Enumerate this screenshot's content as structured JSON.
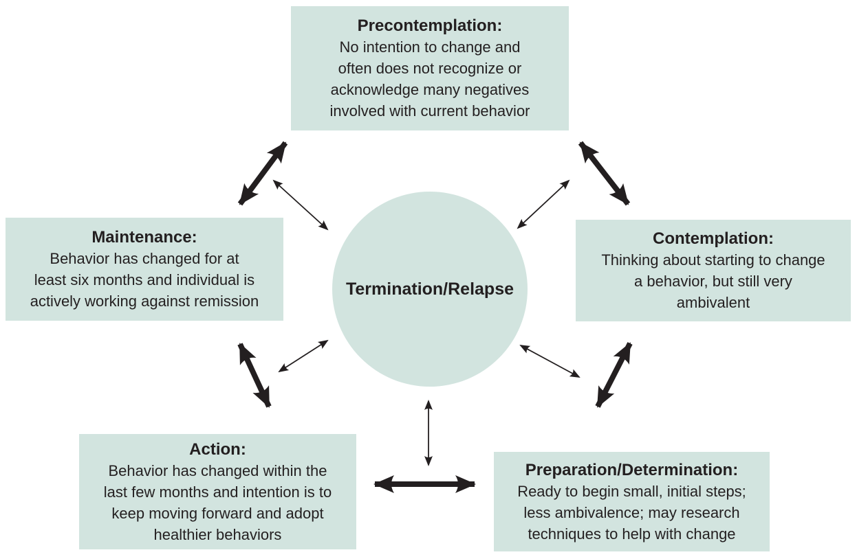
{
  "figure": {
    "center_label": "Termination/Relapse",
    "stages": [
      {
        "name": "precontemplation",
        "title": "Precontemplation:",
        "description": "No intention to change and\noften does not recognize or\nacknowledge many negatives\ninvolved with current behavior"
      },
      {
        "name": "maintenance",
        "title": "Maintenance:",
        "description": "Behavior has changed for at\nleast six months and individual is\nactively working against remission"
      },
      {
        "name": "contemplation",
        "title": "Contemplation:",
        "description": "Thinking about starting to change\na behavior, but still very\nambivalent"
      },
      {
        "name": "action",
        "title": "Action:",
        "description": "Behavior has changed within the\nlast few months and intention is to\nkeep moving forward and adopt\nhealthier behaviors"
      },
      {
        "name": "preparation",
        "title": "Preparation/Determination:",
        "description": "Ready to begin small, initial steps;\nless ambivalence; may research\ntechniques to help with change"
      }
    ]
  },
  "colors": {
    "box_fill": "#d2e4df",
    "text": "#231f20",
    "arrow": "#231f20",
    "background": "#ffffff"
  }
}
